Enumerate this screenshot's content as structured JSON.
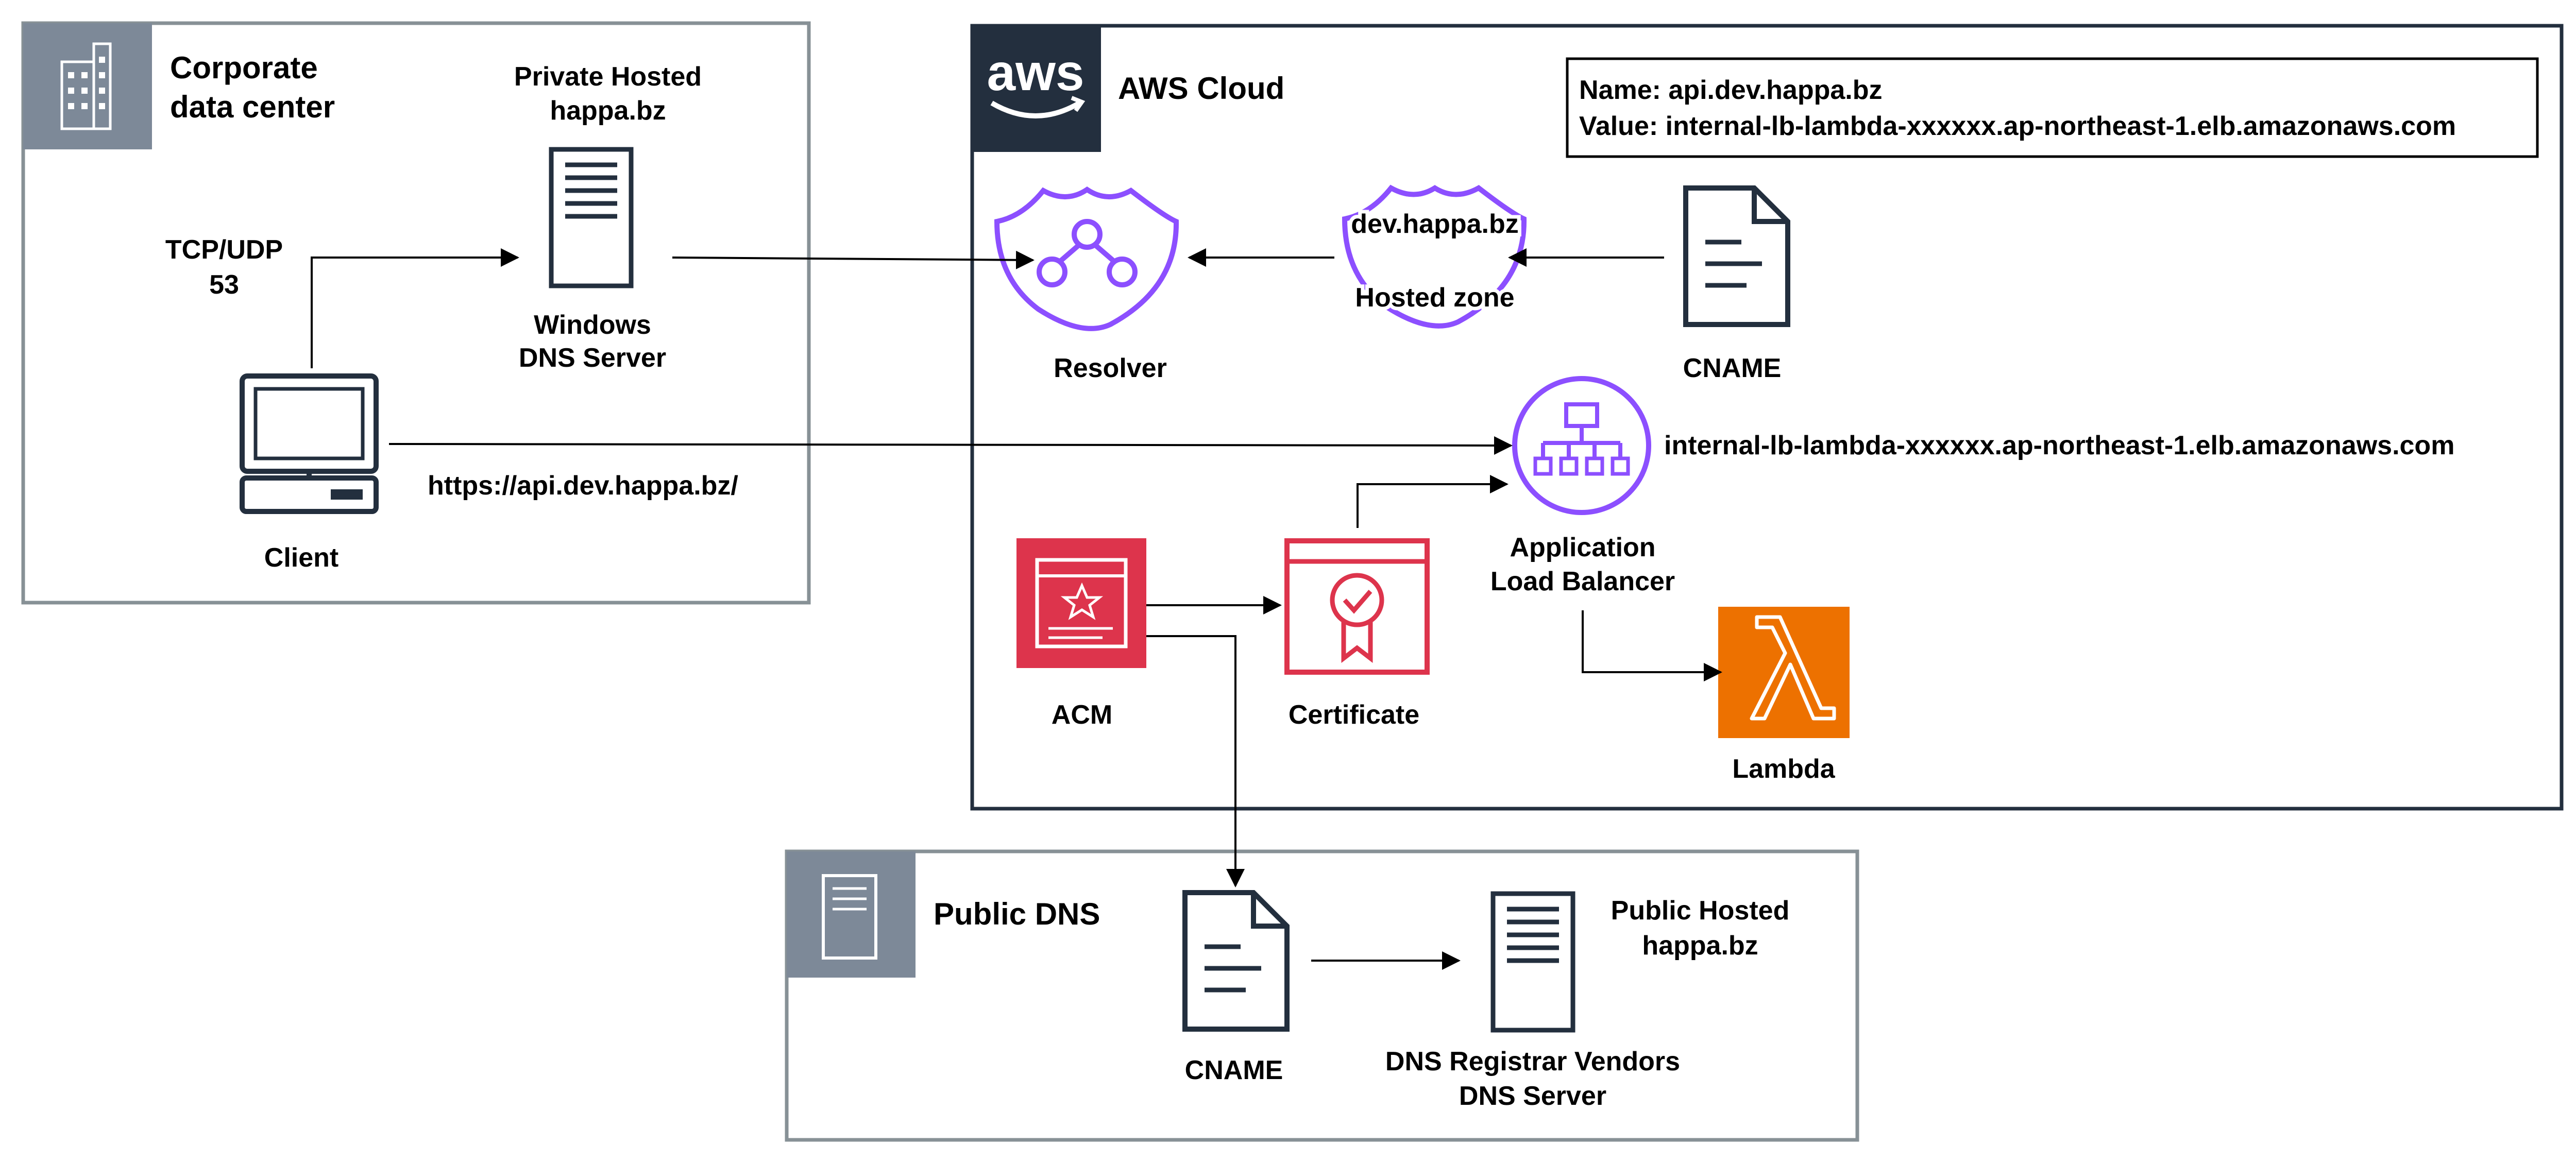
{
  "colors": {
    "group_border_gray": "#879196",
    "group_header_gray": "#7d8998",
    "aws_border": "#232f3e",
    "aws_header": "#232f3e",
    "route53_purple": "#8c4fff",
    "acm_red": "#dd344c",
    "lambda_orange": "#ed7100",
    "icon_dark": "#232f3e",
    "arrow": "#000000"
  },
  "corporate": {
    "title_line1": "Corporate",
    "title_line2": "data center",
    "icon": "building-icon",
    "private_hosted_line1": "Private Hosted",
    "private_hosted_line2": "happa.bz",
    "dns_server_line1": "Windows",
    "dns_server_line2": "DNS Server",
    "tcp_udp_line1": "TCP/UDP",
    "tcp_udp_line2": "53",
    "client_label": "Client",
    "url_label": "https://api.dev.happa.bz/"
  },
  "aws": {
    "title": "AWS Cloud",
    "logo_text": "aws",
    "record_name": "Name: api.dev.happa.bz",
    "record_value": "Value: internal-lb-lambda-xxxxxx.ap-northeast-1.elb.amazonaws.com",
    "resolver_label": "Resolver",
    "hosted_zone_name": "dev.happa.bz",
    "hosted_zone_label": "Hosted zone",
    "cname_label": "CNAME",
    "alb_dns": "internal-lb-lambda-xxxxxx.ap-northeast-1.elb.amazonaws.com",
    "alb_line1": "Application",
    "alb_line2": "Load Balancer",
    "acm_label": "ACM",
    "certificate_label": "Certificate",
    "lambda_label": "Lambda"
  },
  "public_dns": {
    "title": "Public DNS",
    "cname_label": "CNAME",
    "public_hosted_line1": "Public Hosted",
    "public_hosted_line2": "happa.bz",
    "registrar_line1": "DNS Registrar Vendors",
    "registrar_line2": "DNS Server"
  }
}
